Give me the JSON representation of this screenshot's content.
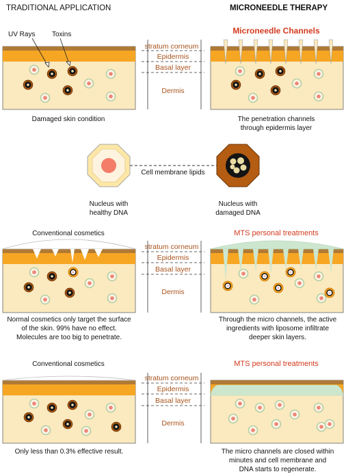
{
  "headers": {
    "left": "TRADITIONAL APPLICATION",
    "right": "MICRONEEDLE THERAPY"
  },
  "labels": {
    "uv_rays": "UV Rays",
    "toxins": "Toxins",
    "microneedle_channels": "Microneedle Channels",
    "stratum_corneum": "stratum corneum",
    "epidermis": "Epidermis",
    "basal_layer": "Basal layer",
    "dermis": "Dermis",
    "conventional_cosmetics": "Conventional cosmetics",
    "mts_personal_treatments": "MTS personal treatments",
    "cell_membrane_lipids": "Cell membrane lipids"
  },
  "captions": {
    "damaged_skin": "Damaged skin condition",
    "penetration_1": "The penetration channels",
    "penetration_2": "through epidermis layer",
    "nucleus_healthy_1": "Nucleus with",
    "nucleus_healthy_2": "healthy DNA",
    "nucleus_damaged_1": "Nucleus with",
    "nucleus_damaged_2": "damaged DNA",
    "normal_1": "Normal cosmetics only target the surface",
    "normal_2": "of the skin. 99% have no effect.",
    "normal_3": "Molecules are too big to penetrate.",
    "micro_1": "Through the micro channels, the active",
    "micro_2": "ingredients with liposome infiltrate",
    "micro_3": "deeper skin layers.",
    "effective": "Only less than 0.3% effective result.",
    "closed_1": "The micro channels are closed within",
    "closed_2": "minutes and cell membrane and",
    "closed_3": "DNA starts to regenerate."
  },
  "colors": {
    "skin_top": "#b07a35",
    "epidermis": "#f6a623",
    "dermis": "#fbe9bf",
    "cosmetic": "#cde7cf",
    "label": "#a8521a",
    "accent": "#d23a1e"
  }
}
